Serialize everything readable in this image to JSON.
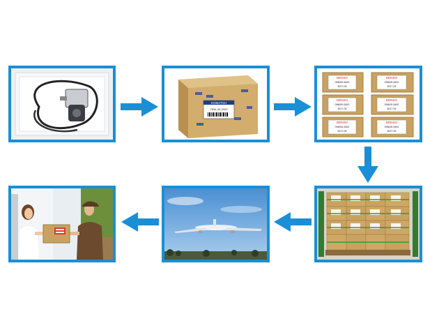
{
  "steps": [
    {
      "id": "actuator-product",
      "label_lines": []
    },
    {
      "id": "packed-box",
      "box_brand": "KOMATSU",
      "label_lines": [
        "KOMATSU",
        "7834-40-2003"
      ]
    },
    {
      "id": "boxes-stacked",
      "brand": "DENSO",
      "part_no": "096000-5492",
      "code": "6217-05"
    },
    {
      "id": "palletized-cargo"
    },
    {
      "id": "air-freight"
    },
    {
      "id": "delivery"
    }
  ],
  "colors": {
    "frame": "#1a8fd6",
    "arrow": "#1a8fd6",
    "cardboard": "#c9a261",
    "sky": "#6aa8dc"
  }
}
